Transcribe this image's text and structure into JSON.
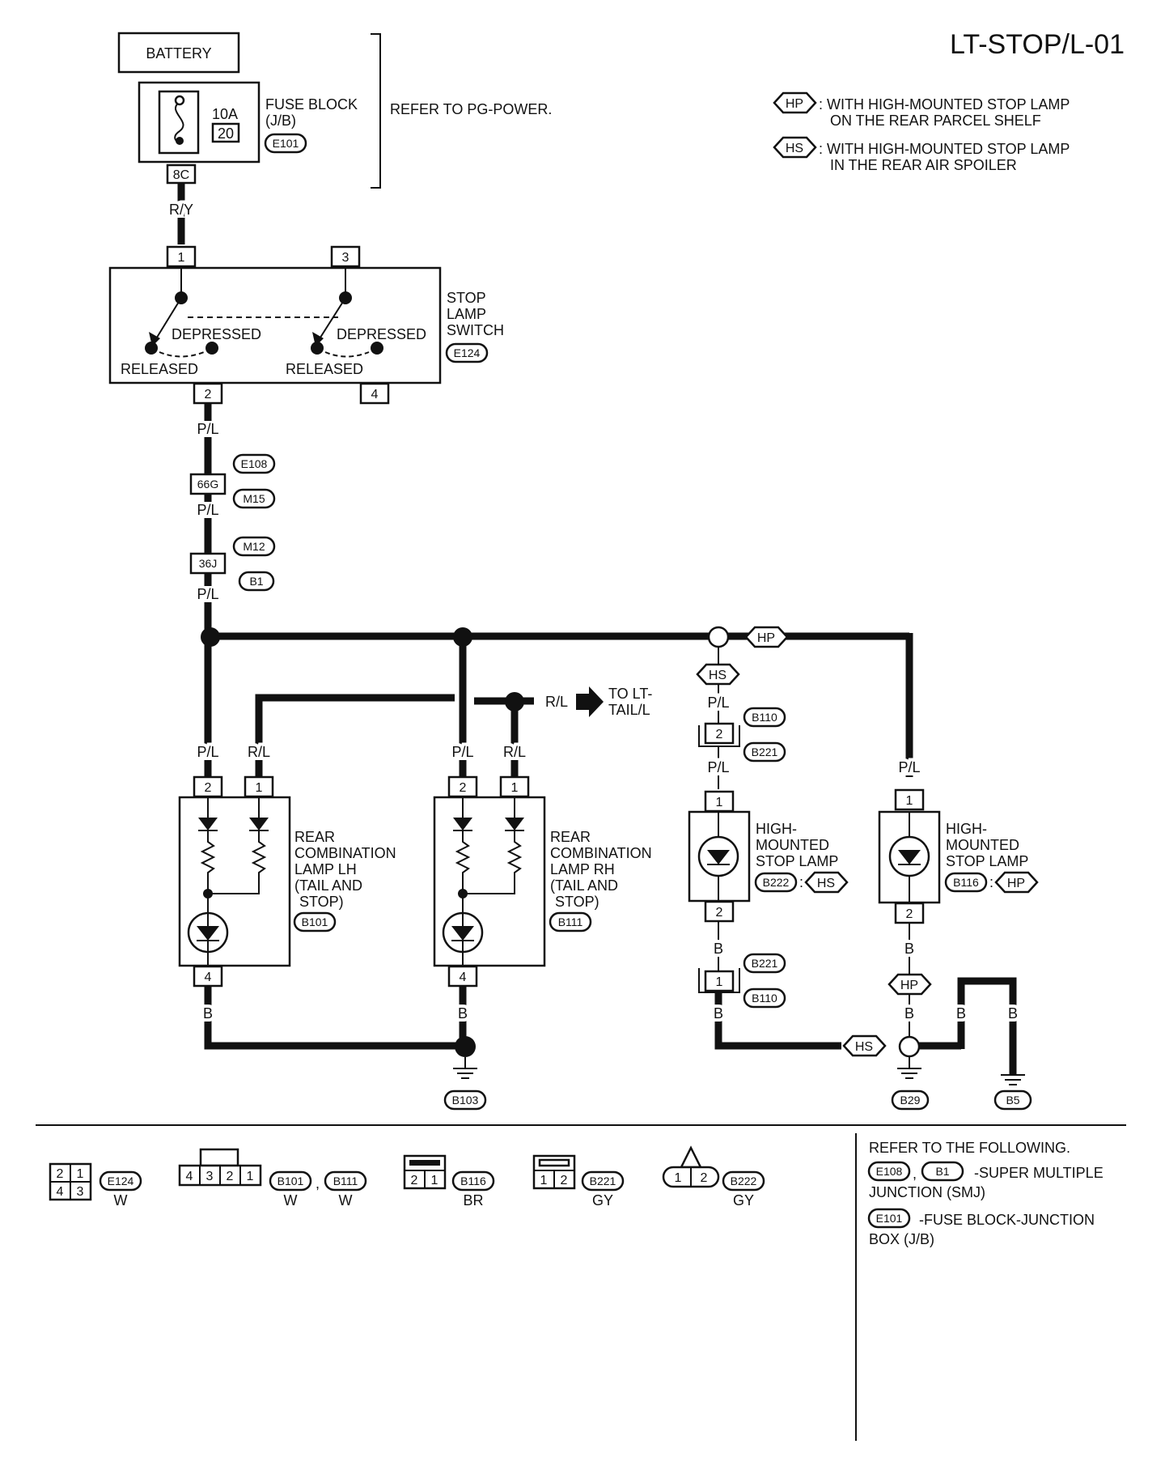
{
  "page_id": "LT-STOP/L-01",
  "legend": {
    "hp_code": "HP",
    "hp_line1": ": WITH HIGH-MOUNTED STOP LAMP",
    "hp_line2": "ON THE REAR PARCEL SHELF",
    "hs_code": "HS",
    "hs_line1": ": WITH HIGH-MOUNTED STOP LAMP",
    "hs_line2": "IN THE REAR AIR SPOILER"
  },
  "power": {
    "battery": "BATTERY",
    "fuse_amp": "10A",
    "fuse_no": "20",
    "fuse_block_line1": "FUSE BLOCK",
    "fuse_block_line2": "(J/B)",
    "fuse_conn": "E101",
    "fuse_term": "8C",
    "refer": "REFER TO PG-POWER."
  },
  "switch": {
    "name_line1": "STOP",
    "name_line2": "LAMP",
    "name_line3": "SWITCH",
    "conn": "E124",
    "term1": "1",
    "term2": "2",
    "term3": "3",
    "term4": "4",
    "depressed": "DEPRESSED",
    "released": "RELEASED"
  },
  "wires": {
    "ry": "R/Y",
    "pl": "P/L",
    "rl": "R/L",
    "b": "B"
  },
  "joints": {
    "j1_term": "66G",
    "j1_conn_a": "E108",
    "j1_conn_b": "M15",
    "j2_term": "36J",
    "j2_conn_a": "M12",
    "j2_conn_b": "B1"
  },
  "to_tail": {
    "line1": "TO LT-",
    "line2": "TAIL/L"
  },
  "lamp_lh": {
    "line1": "REAR",
    "line2": "COMBINATION",
    "line3": "LAMP LH",
    "line4": "(TAIL AND",
    "line5": "STOP)",
    "conn": "B101",
    "t1": "1",
    "t2": "2",
    "t4": "4"
  },
  "lamp_rh": {
    "line1": "REAR",
    "line2": "COMBINATION",
    "line3": "LAMP RH",
    "line4": "(TAIL AND",
    "line5": "STOP)",
    "conn": "B111",
    "t1": "1",
    "t2": "2",
    "t4": "4"
  },
  "hmsl_hs": {
    "line1": "HIGH-",
    "line2": "MOUNTED",
    "line3": "STOP LAMP",
    "conn": "B222",
    "code": "HS",
    "t1": "1",
    "t2": "2",
    "conn_a": "B110",
    "conn_b": "B221",
    "jt_top": "2",
    "jt_bot": "1"
  },
  "hmsl_hp": {
    "line1": "HIGH-",
    "line2": "MOUNTED",
    "line3": "STOP LAMP",
    "conn": "B116",
    "code": "HP",
    "t1": "1",
    "t2": "2"
  },
  "grounds": {
    "g1": "B103",
    "g2": "B29",
    "g3": "B5"
  },
  "connectors": {
    "c1_pins_top": [
      "2",
      "1"
    ],
    "c1_pins_bot": [
      "4",
      "3"
    ],
    "c1_conn": "E124",
    "c1_color": "W",
    "c2_pins": [
      "4",
      "3",
      "2",
      "1"
    ],
    "c2_conn_a": "B101",
    "c2_sep": ",",
    "c2_conn_b": "B111",
    "c2_color_a": "W",
    "c2_color_b": "W",
    "c3_pins": [
      "2",
      "1"
    ],
    "c3_conn": "B116",
    "c3_color": "BR",
    "c4_pins": [
      "1",
      "2"
    ],
    "c4_conn": "B221",
    "c4_color": "GY",
    "c5_pins": [
      "1",
      "2"
    ],
    "c5_conn": "B222",
    "c5_color": "GY"
  },
  "refer_box": {
    "title": "REFER TO THE FOLLOWING.",
    "conn_a": "E108",
    "sep": ",",
    "conn_b": "B1",
    "smj_line1": "-SUPER MULTIPLE",
    "smj_line2": "JUNCTION (SMJ)",
    "conn_c": "E101",
    "jb_line1": "-FUSE BLOCK-JUNCTION",
    "jb_line2": "BOX (J/B)"
  }
}
